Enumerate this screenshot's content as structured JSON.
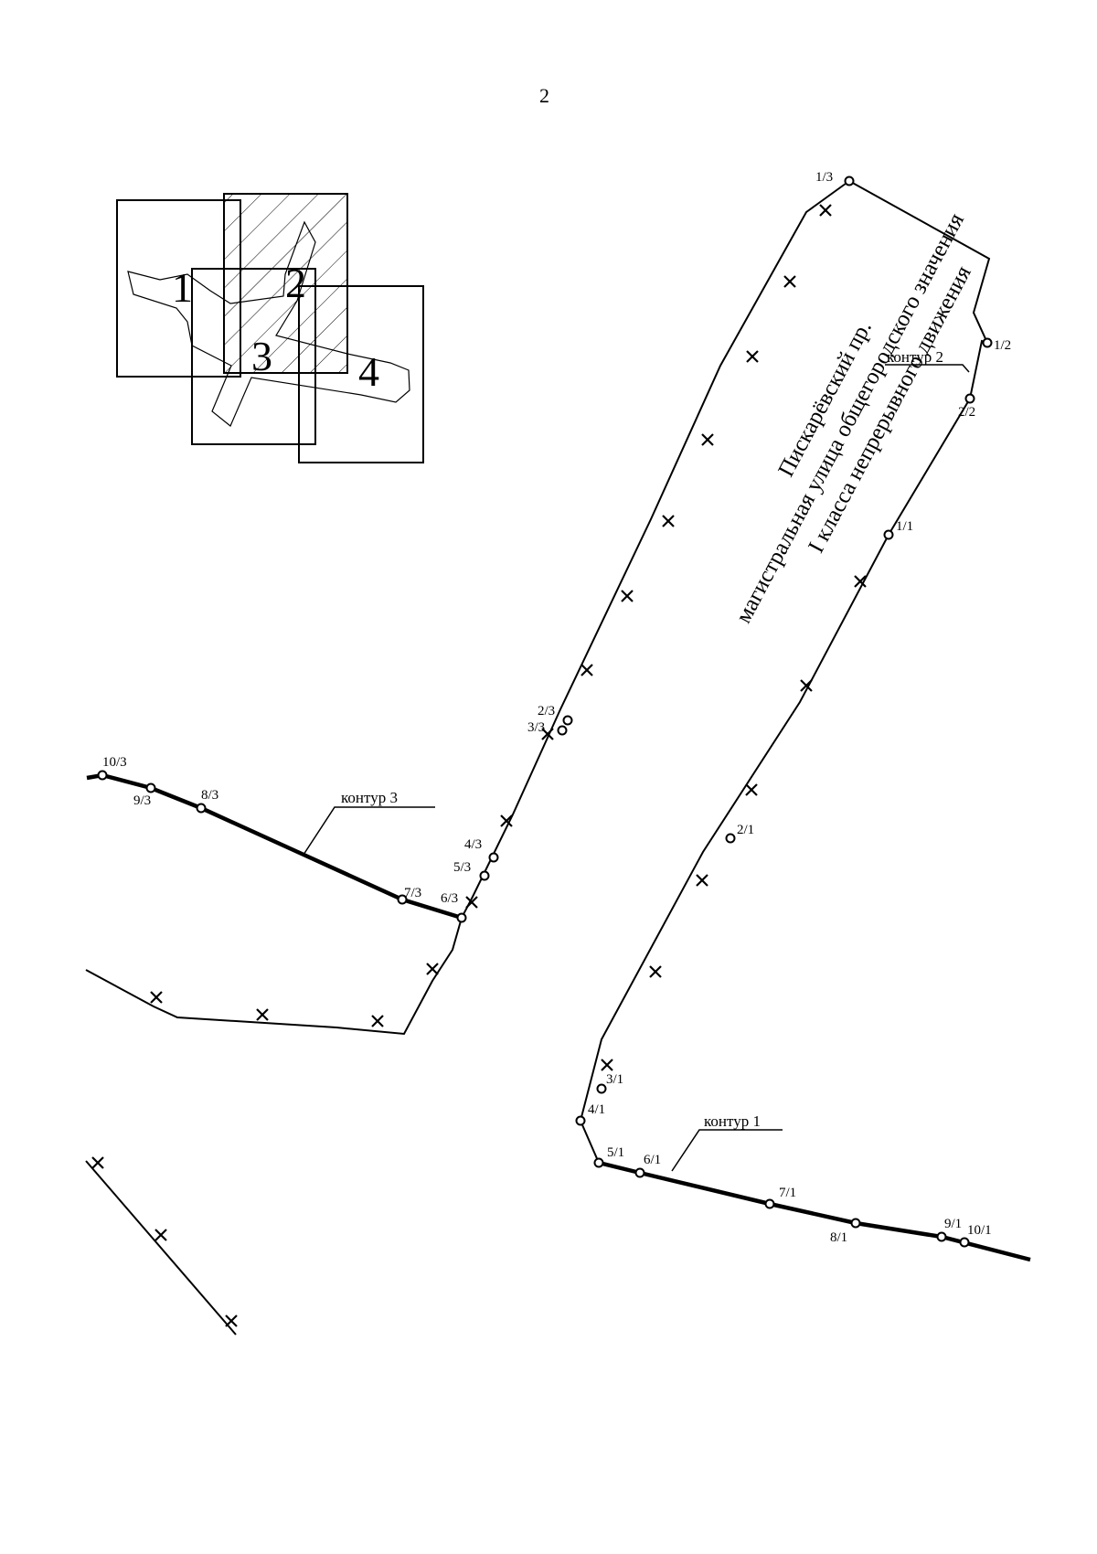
{
  "page": {
    "number": "2"
  },
  "key_map": {
    "sheets": [
      "1",
      "2",
      "3",
      "4"
    ]
  },
  "street": {
    "name": "Пискарёвский пр.",
    "category": "магистральная улица общегородского значения",
    "class": "I класса непрерывного движения"
  },
  "contours": {
    "c1": "контур 1",
    "c2": "контур 2",
    "c3": "контур 3"
  },
  "points": {
    "p1_1": "1/1",
    "p2_1": "2/1",
    "p3_1": "3/1",
    "p4_1": "4/1",
    "p5_1": "5/1",
    "p6_1": "6/1",
    "p7_1": "7/1",
    "p8_1": "8/1",
    "p9_1": "9/1",
    "p10_1": "10/1",
    "p1_2": "1/2",
    "p2_2": "2/2",
    "p1_3": "1/3",
    "p2_3": "2/3",
    "p3_3": "3/3",
    "p4_3": "4/3",
    "p5_3": "5/3",
    "p6_3": "6/3",
    "p7_3": "7/3",
    "p8_3": "8/3",
    "p9_3": "9/3",
    "p10_3": "10/3"
  },
  "colors": {
    "ink": "#000000",
    "paper": "#ffffff"
  }
}
